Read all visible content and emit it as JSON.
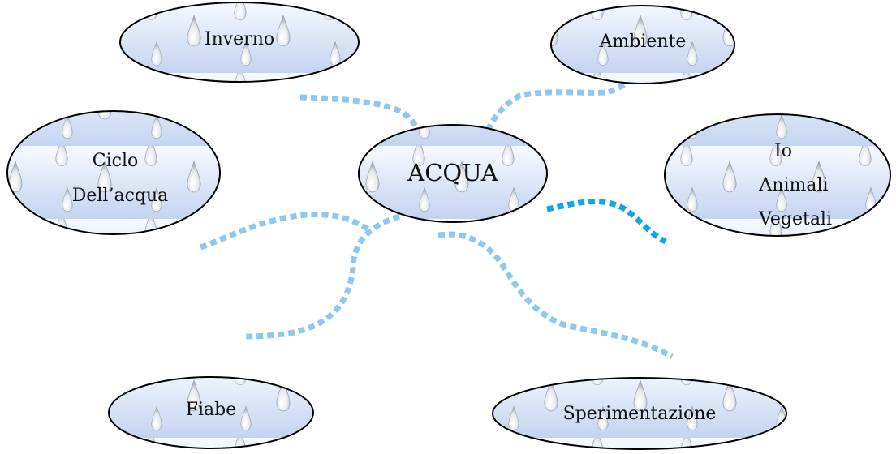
{
  "colors": {
    "connector": "#8ec8f0",
    "connector_strong": "#11a6e6",
    "node_fill_top": "#f5f8ff",
    "node_fill_bottom": "#c7d5f0",
    "node_stroke": "#000000"
  },
  "center": {
    "label": "ACQUA"
  },
  "nodes": {
    "inverno": {
      "label": "Inverno"
    },
    "ambiente": {
      "label": "Ambiente"
    },
    "ciclo": {
      "line1": "Ciclo",
      "line2": "Dell’acqua"
    },
    "io": {
      "line1": "Io",
      "line2": "Animali",
      "line3": "Vegetali"
    },
    "fiabe": {
      "label": "Fiabe"
    },
    "sperimentazione": {
      "label": "Sperimentazione"
    }
  }
}
